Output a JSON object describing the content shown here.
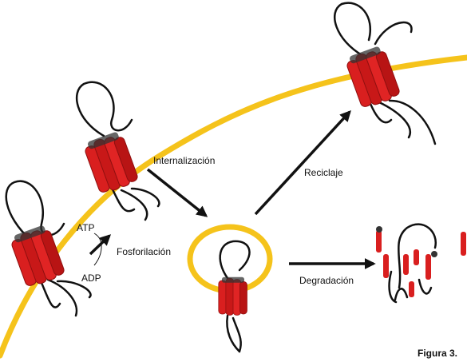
{
  "labels": {
    "atp": "ATP",
    "adp": "ADP",
    "phosphorylation": "Fosforilación",
    "internalization": "Internalización",
    "recycling": "Reciclaje",
    "degradation": "Degradación",
    "figure": "Figura 3."
  },
  "colors": {
    "membrane": "#F5C31B",
    "receptor": "#D91F1F",
    "receptor_dark": "#8E0F0F",
    "line": "#111111"
  }
}
